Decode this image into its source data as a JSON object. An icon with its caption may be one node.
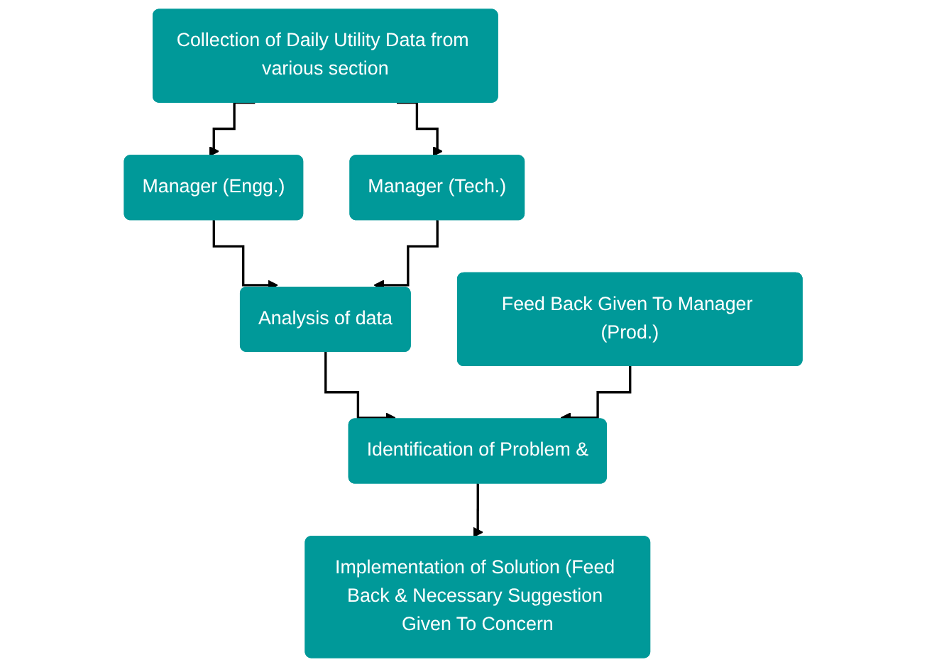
{
  "diagram": {
    "nodes": [
      {
        "text": [
          "Collection of Daily Utility Data from various section"
        ]
      },
      {
        "text": [
          "Manager (Engg.)"
        ]
      },
      {
        "text": [
          "Manager (Tech.)"
        ]
      },
      {
        "text": [
          "Analysis of data"
        ]
      },
      {
        "text": [
          "Feed Back Given To Manager (Prod.)"
        ]
      },
      {
        "text": [
          "Identification of Problem &"
        ]
      },
      {
        "text": [
          "Implementation of Solution (Feed Back & Necessary Suggestion Given To Concern"
        ]
      }
    ],
    "edges": [
      {
        "from": 0,
        "to": 1,
        "arrow": "to"
      },
      {
        "from": 0,
        "to": 2,
        "arrow": "to"
      },
      {
        "from": 1,
        "to": 3,
        "arrow": "to"
      },
      {
        "from": 2,
        "to": 3,
        "arrow": "to"
      },
      {
        "from": 3,
        "to": 5,
        "arrow": "to"
      },
      {
        "from": 4,
        "to": 5,
        "arrow": "to"
      },
      {
        "from": 5,
        "to": 6,
        "arrow": "to"
      }
    ]
  }
}
